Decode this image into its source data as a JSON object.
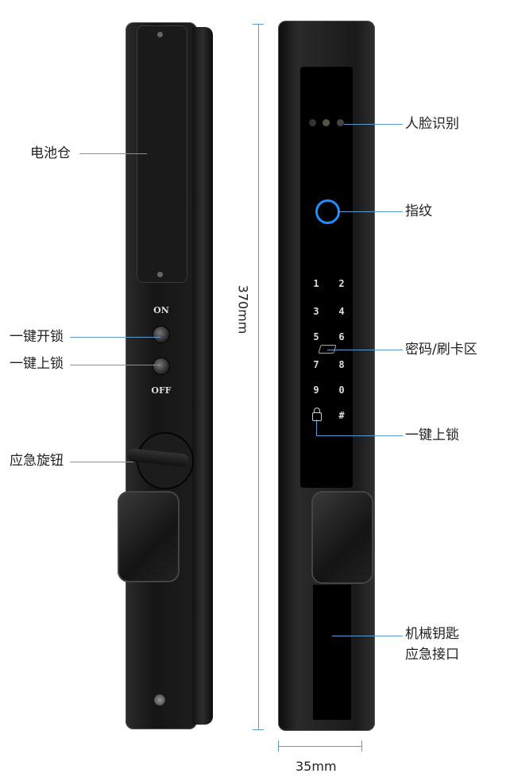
{
  "left_view": {
    "on_label": "ON",
    "off_label": "OFF",
    "callouts": {
      "battery": "电池仓",
      "one_key_unlock": "一键开锁",
      "one_key_lock": "一键上锁",
      "emergency_knob": "应急旋钮"
    }
  },
  "right_view": {
    "keypad": [
      "1",
      "2",
      "3",
      "4",
      "5",
      "6",
      "7",
      "8",
      "9",
      "0",
      "#"
    ],
    "callouts": {
      "face_recognition": "人脸识别",
      "fingerprint": "指纹",
      "password_card": "密码/刷卡区",
      "one_key_lock": "一键上锁",
      "mech_key_line1": "机械钥匙",
      "mech_key_line2": "应急接口"
    }
  },
  "dimensions": {
    "height": "370mm",
    "width": "35mm"
  },
  "colors": {
    "callout_line": "#5b9bd0",
    "fingerprint_ring": "#1e8fff"
  }
}
